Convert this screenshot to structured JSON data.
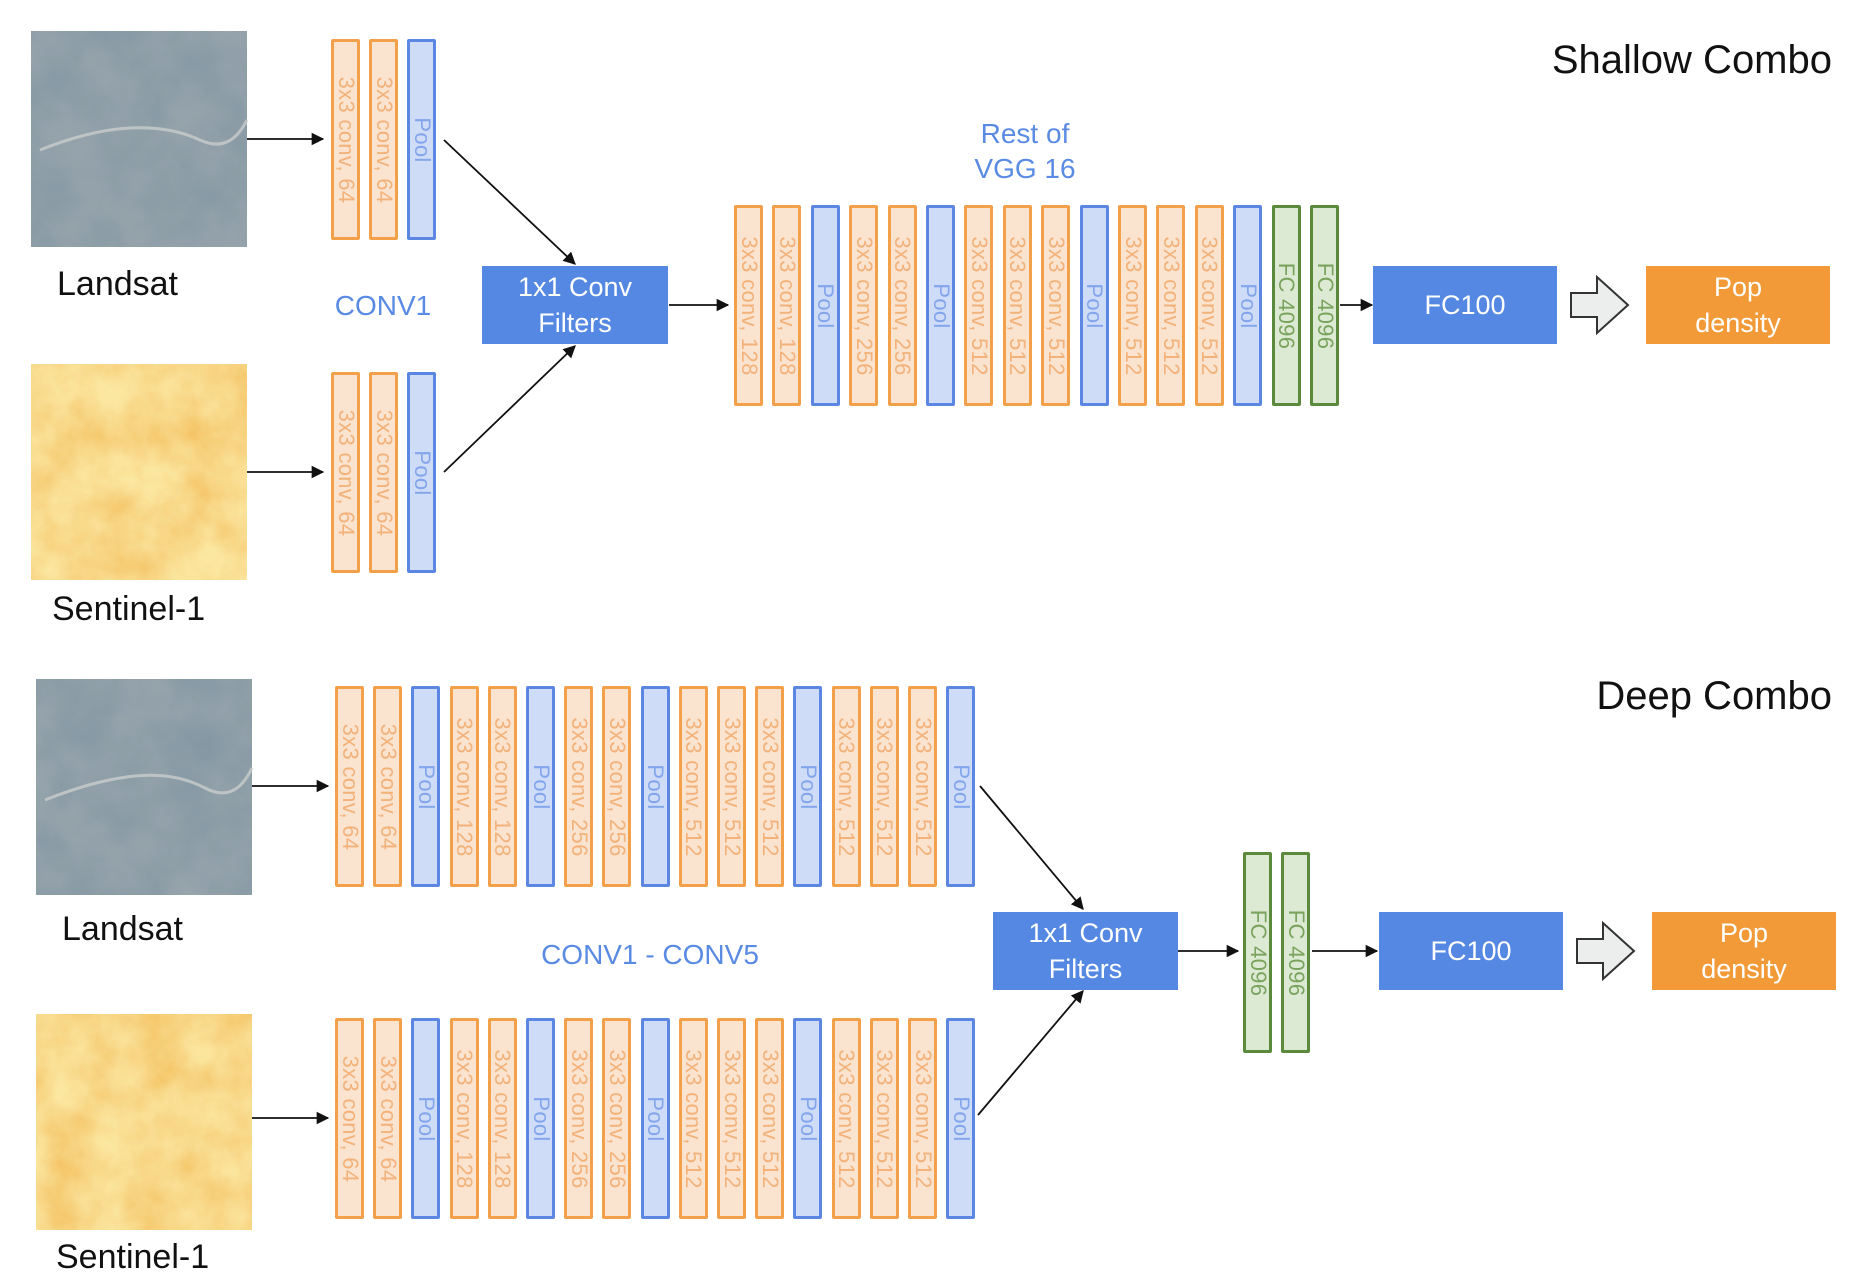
{
  "colors": {
    "conv_border": "#f2a14a",
    "conv_fill": "#fae3cf",
    "pool_border": "#5b87e3",
    "pool_fill": "#cfdcf8",
    "fc_border": "#5b8a3c",
    "fc_fill": "#dce9d3",
    "box_blue": "#5588e2",
    "box_orange": "#f29a38",
    "label_blue": "#5a8be3"
  },
  "shallow": {
    "title": "Shallow Combo",
    "input_top_label": "Landsat",
    "input_bottom_label": "Sentinel-1",
    "conv1_label": "CONV1",
    "rest_label": "Rest of\nVGG 16",
    "branch_layers": [
      "3x3 conv, 64",
      "3x3 conv, 64",
      "Pool"
    ],
    "fusion_box": "1x1 Conv\nFilters",
    "trunk_layers": [
      "3x3 conv, 128",
      "3x3 conv, 128",
      "Pool",
      "3x3 conv, 256",
      "3x3 conv, 256",
      "Pool",
      "3x3 conv, 512",
      "3x3 conv, 512",
      "3x3 conv, 512",
      "Pool",
      "3x3 conv, 512",
      "3x3 conv, 512",
      "3x3 conv, 512",
      "Pool",
      "FC 4096",
      "FC 4096"
    ],
    "fc100": "FC100",
    "output": "Pop\ndensity"
  },
  "deep": {
    "title": "Deep Combo",
    "input_top_label": "Landsat",
    "input_bottom_label": "Sentinel-1",
    "conv_label": "CONV1 - CONV5",
    "branch_layers": [
      "3x3 conv, 64",
      "3x3 conv, 64",
      "Pool",
      "3x3 conv, 128",
      "3x3 conv, 128",
      "Pool",
      "3x3 conv, 256",
      "3x3 conv, 256",
      "Pool",
      "3x3 conv, 512",
      "3x3 conv, 512",
      "3x3 conv, 512",
      "Pool",
      "3x3 conv, 512",
      "3x3 conv, 512",
      "3x3 conv, 512",
      "Pool"
    ],
    "fusion_box": "1x1 Conv\nFilters",
    "fc_layers": [
      "FC 4096",
      "FC 4096"
    ],
    "fc100": "FC100",
    "output": "Pop\ndensity"
  }
}
